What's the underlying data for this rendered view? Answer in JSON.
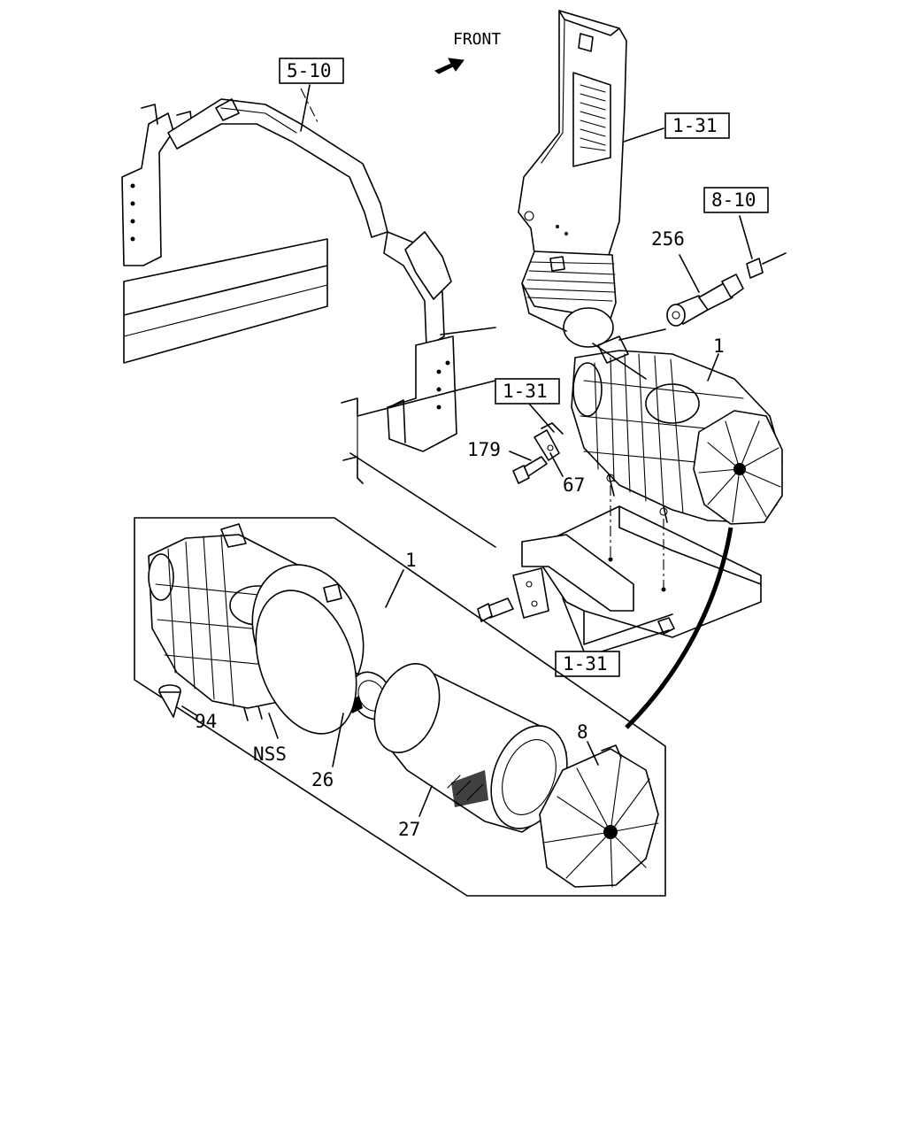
{
  "title": "",
  "front_marker": {
    "text": "FRONT"
  },
  "references": [
    {
      "id": "ref-5-10",
      "text": "5-10"
    },
    {
      "id": "ref-1-31-duct",
      "text": "1-31"
    },
    {
      "id": "ref-8-10",
      "text": "8-10"
    },
    {
      "id": "ref-1-31-clamp",
      "text": "1-31"
    },
    {
      "id": "ref-1-31-bracket",
      "text": "1-31"
    }
  ],
  "callouts": [
    {
      "id": "callout-256",
      "text": "256"
    },
    {
      "id": "callout-1-upper",
      "text": "1"
    },
    {
      "id": "callout-179",
      "text": "179"
    },
    {
      "id": "callout-67",
      "text": "67"
    },
    {
      "id": "callout-1-lower",
      "text": "1"
    },
    {
      "id": "callout-94",
      "text": "94"
    },
    {
      "id": "callout-nss",
      "text": "NSS"
    },
    {
      "id": "callout-26",
      "text": "26"
    },
    {
      "id": "callout-8",
      "text": "8"
    },
    {
      "id": "callout-27",
      "text": "27"
    }
  ]
}
